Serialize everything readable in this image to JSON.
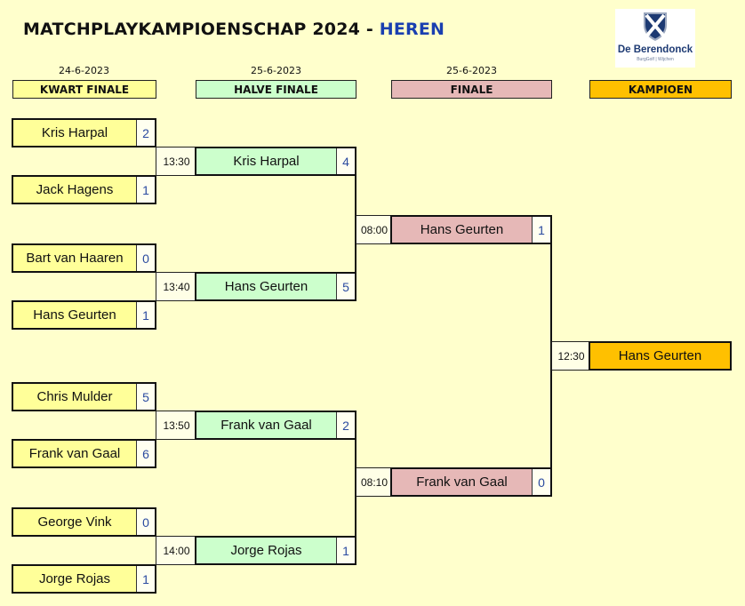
{
  "header": {
    "title": "MATCHPLAYKAMPIOENSCHAP 2024 -",
    "subtitle": "HEREN",
    "logo_name": "De Berendonck",
    "logo_tagline": "BurgGolf  |  Wijchen"
  },
  "rounds": [
    {
      "label": "KWART FINALE",
      "date": "24-6-2023",
      "color": "#ffff99"
    },
    {
      "label": "HALVE FINALE",
      "date": "25-6-2023",
      "color": "#ccffcc"
    },
    {
      "label": "FINALE",
      "date": "25-6-2023",
      "color": "#e6b8b7"
    },
    {
      "label": "KAMPIOEN",
      "date": "",
      "color": "#ffc000"
    }
  ],
  "quarterfinals": [
    {
      "name": "Kris Harpal",
      "score": "2"
    },
    {
      "name": "Jack Hagens",
      "score": "1"
    },
    {
      "name": "Bart van Haaren",
      "score": "0"
    },
    {
      "name": "Hans Geurten",
      "score": "1"
    },
    {
      "name": "Chris Mulder",
      "score": "5"
    },
    {
      "name": "Frank van Gaal",
      "score": "6"
    },
    {
      "name": "George Vink",
      "score": "0"
    },
    {
      "name": "Jorge Rojas",
      "score": "1"
    }
  ],
  "semifinals": [
    {
      "time": "13:30",
      "name": "Kris Harpal",
      "score": "4"
    },
    {
      "time": "13:40",
      "name": "Hans Geurten",
      "score": "5"
    },
    {
      "time": "13:50",
      "name": "Frank van Gaal",
      "score": "2"
    },
    {
      "time": "14:00",
      "name": "Jorge Rojas",
      "score": "1"
    }
  ],
  "finals": [
    {
      "time": "08:00",
      "name": "Hans Geurten",
      "score": "1"
    },
    {
      "time": "08:10",
      "name": "Frank van Gaal",
      "score": "0"
    }
  ],
  "champion": {
    "time": "12:30",
    "name": "Hans Geurten"
  }
}
